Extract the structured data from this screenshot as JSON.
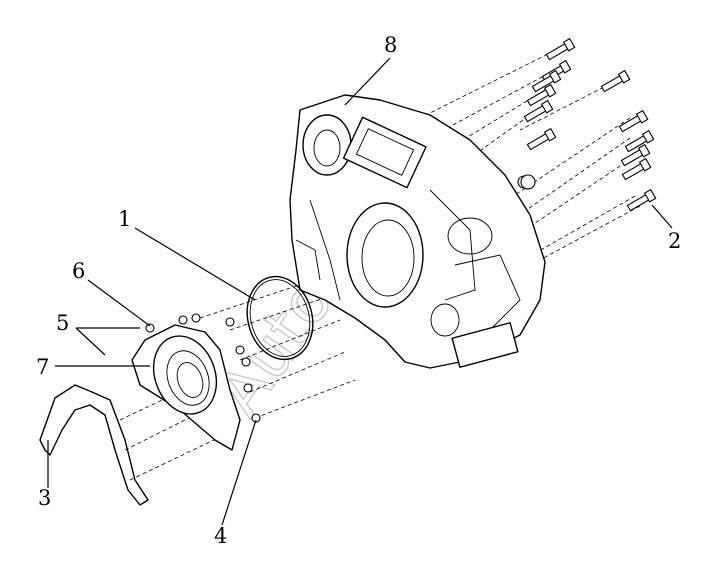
{
  "callouts": [
    {
      "id": "1",
      "text": "1"
    },
    {
      "id": "2",
      "text": "2"
    },
    {
      "id": "3",
      "text": "3"
    },
    {
      "id": "4",
      "text": "4"
    },
    {
      "id": "5",
      "text": "5"
    },
    {
      "id": "6",
      "text": "6"
    },
    {
      "id": "7",
      "text": "7"
    },
    {
      "id": "8",
      "text": "8"
    }
  ],
  "watermark": "Autosoft"
}
